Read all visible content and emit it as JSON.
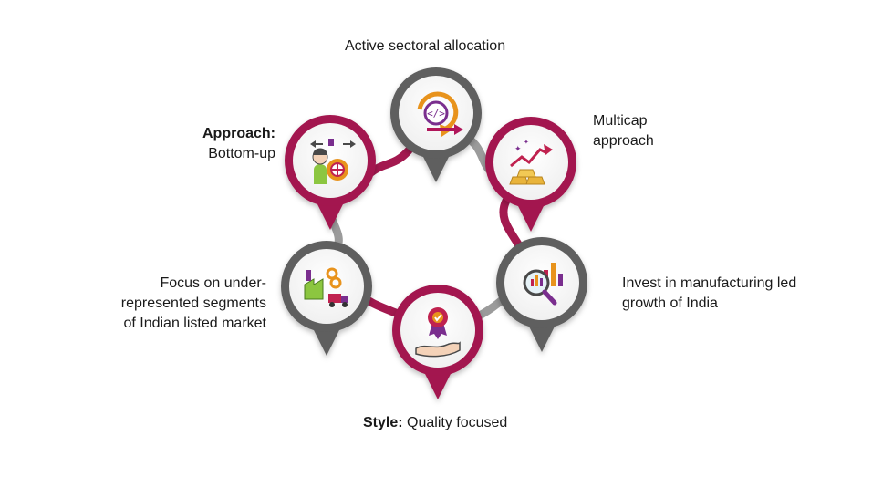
{
  "nodes": [
    {
      "id": "sectoral",
      "label": "Active sectoral allocation",
      "icon": "code-cycle-icon",
      "ring": "gray"
    },
    {
      "id": "multicap",
      "label_lines": [
        "Multicap",
        "approach"
      ],
      "icon": "gold-growth-icon",
      "ring": "maroon"
    },
    {
      "id": "manufacturing",
      "label_lines": [
        "Invest in manufacturing led",
        "growth of India"
      ],
      "icon": "chart-magnifier-icon",
      "ring": "gray"
    },
    {
      "id": "style",
      "label_bold": "Style:",
      "label_rest": " Quality focused",
      "icon": "quality-hand-icon",
      "ring": "maroon"
    },
    {
      "id": "focus",
      "label_lines": [
        "Focus on under-",
        "represented segments",
        "of Indian listed market"
      ],
      "icon": "factory-truck-icon",
      "ring": "gray"
    },
    {
      "id": "approach",
      "label_bold": "Approach:",
      "label_rest": "Bottom-up",
      "icon": "person-gear-icon",
      "ring": "maroon"
    }
  ],
  "colors": {
    "maroon": "#a3194f",
    "maroon_dark": "#7d0f3b",
    "gray": "#5e5e5e",
    "gray_dark": "#3d3d3d",
    "gray_light": "#b9b9b9"
  }
}
